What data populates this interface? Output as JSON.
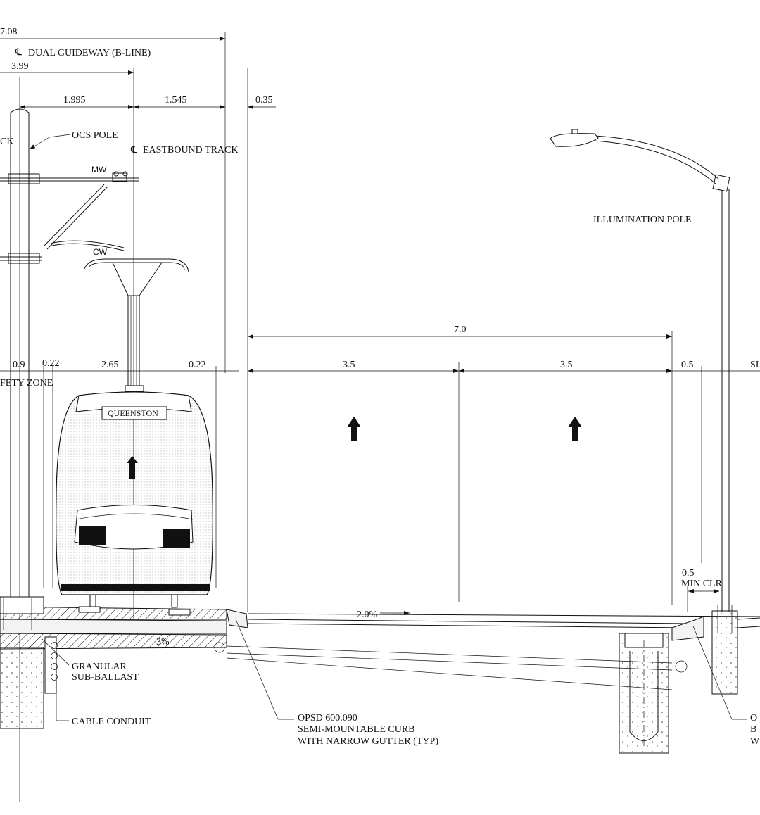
{
  "labels": {
    "cl_dual_guideway": "DUAL GUIDEWAY (B-LINE)",
    "cl_eastbound": "EASTBOUND TRACK",
    "ocs_pole": "OCS POLE",
    "track_fragment": "CK",
    "mw": "MW",
    "cw": "CW",
    "illumination_pole": "ILLUMINATION POLE",
    "safety_zone": "FETY ZONE",
    "queenston": "QUEENSTON",
    "min_clr_value": "0.5",
    "min_clr": "MIN CLR",
    "slope": "2.0%",
    "crossfall": "3%",
    "granular_1": "GRANULAR",
    "granular_2": "SUB-BALLAST",
    "cable_conduit": "CABLE CONDUIT",
    "curb_1": "OPSD 600.090",
    "curb_2": "SEMI-MOUNTABLE CURB",
    "curb_3": "WITH NARROW GUTTER (TYP)",
    "right_frag_1": "O",
    "right_frag_2": "B",
    "right_frag_3": "W",
    "si_fragment": "SI"
  },
  "dimensions": {
    "d_708": "7.08",
    "d_399": "3.99",
    "d_1995": "1.995",
    "d_1545": "1.545",
    "d_035": "0.35",
    "d_70": "7.0",
    "d_09": "0.9",
    "d_022a": "0.22",
    "d_265": "2.65",
    "d_022b": "0.22",
    "d_35a": "3.5",
    "d_35b": "3.5",
    "d_05": "0.5"
  }
}
